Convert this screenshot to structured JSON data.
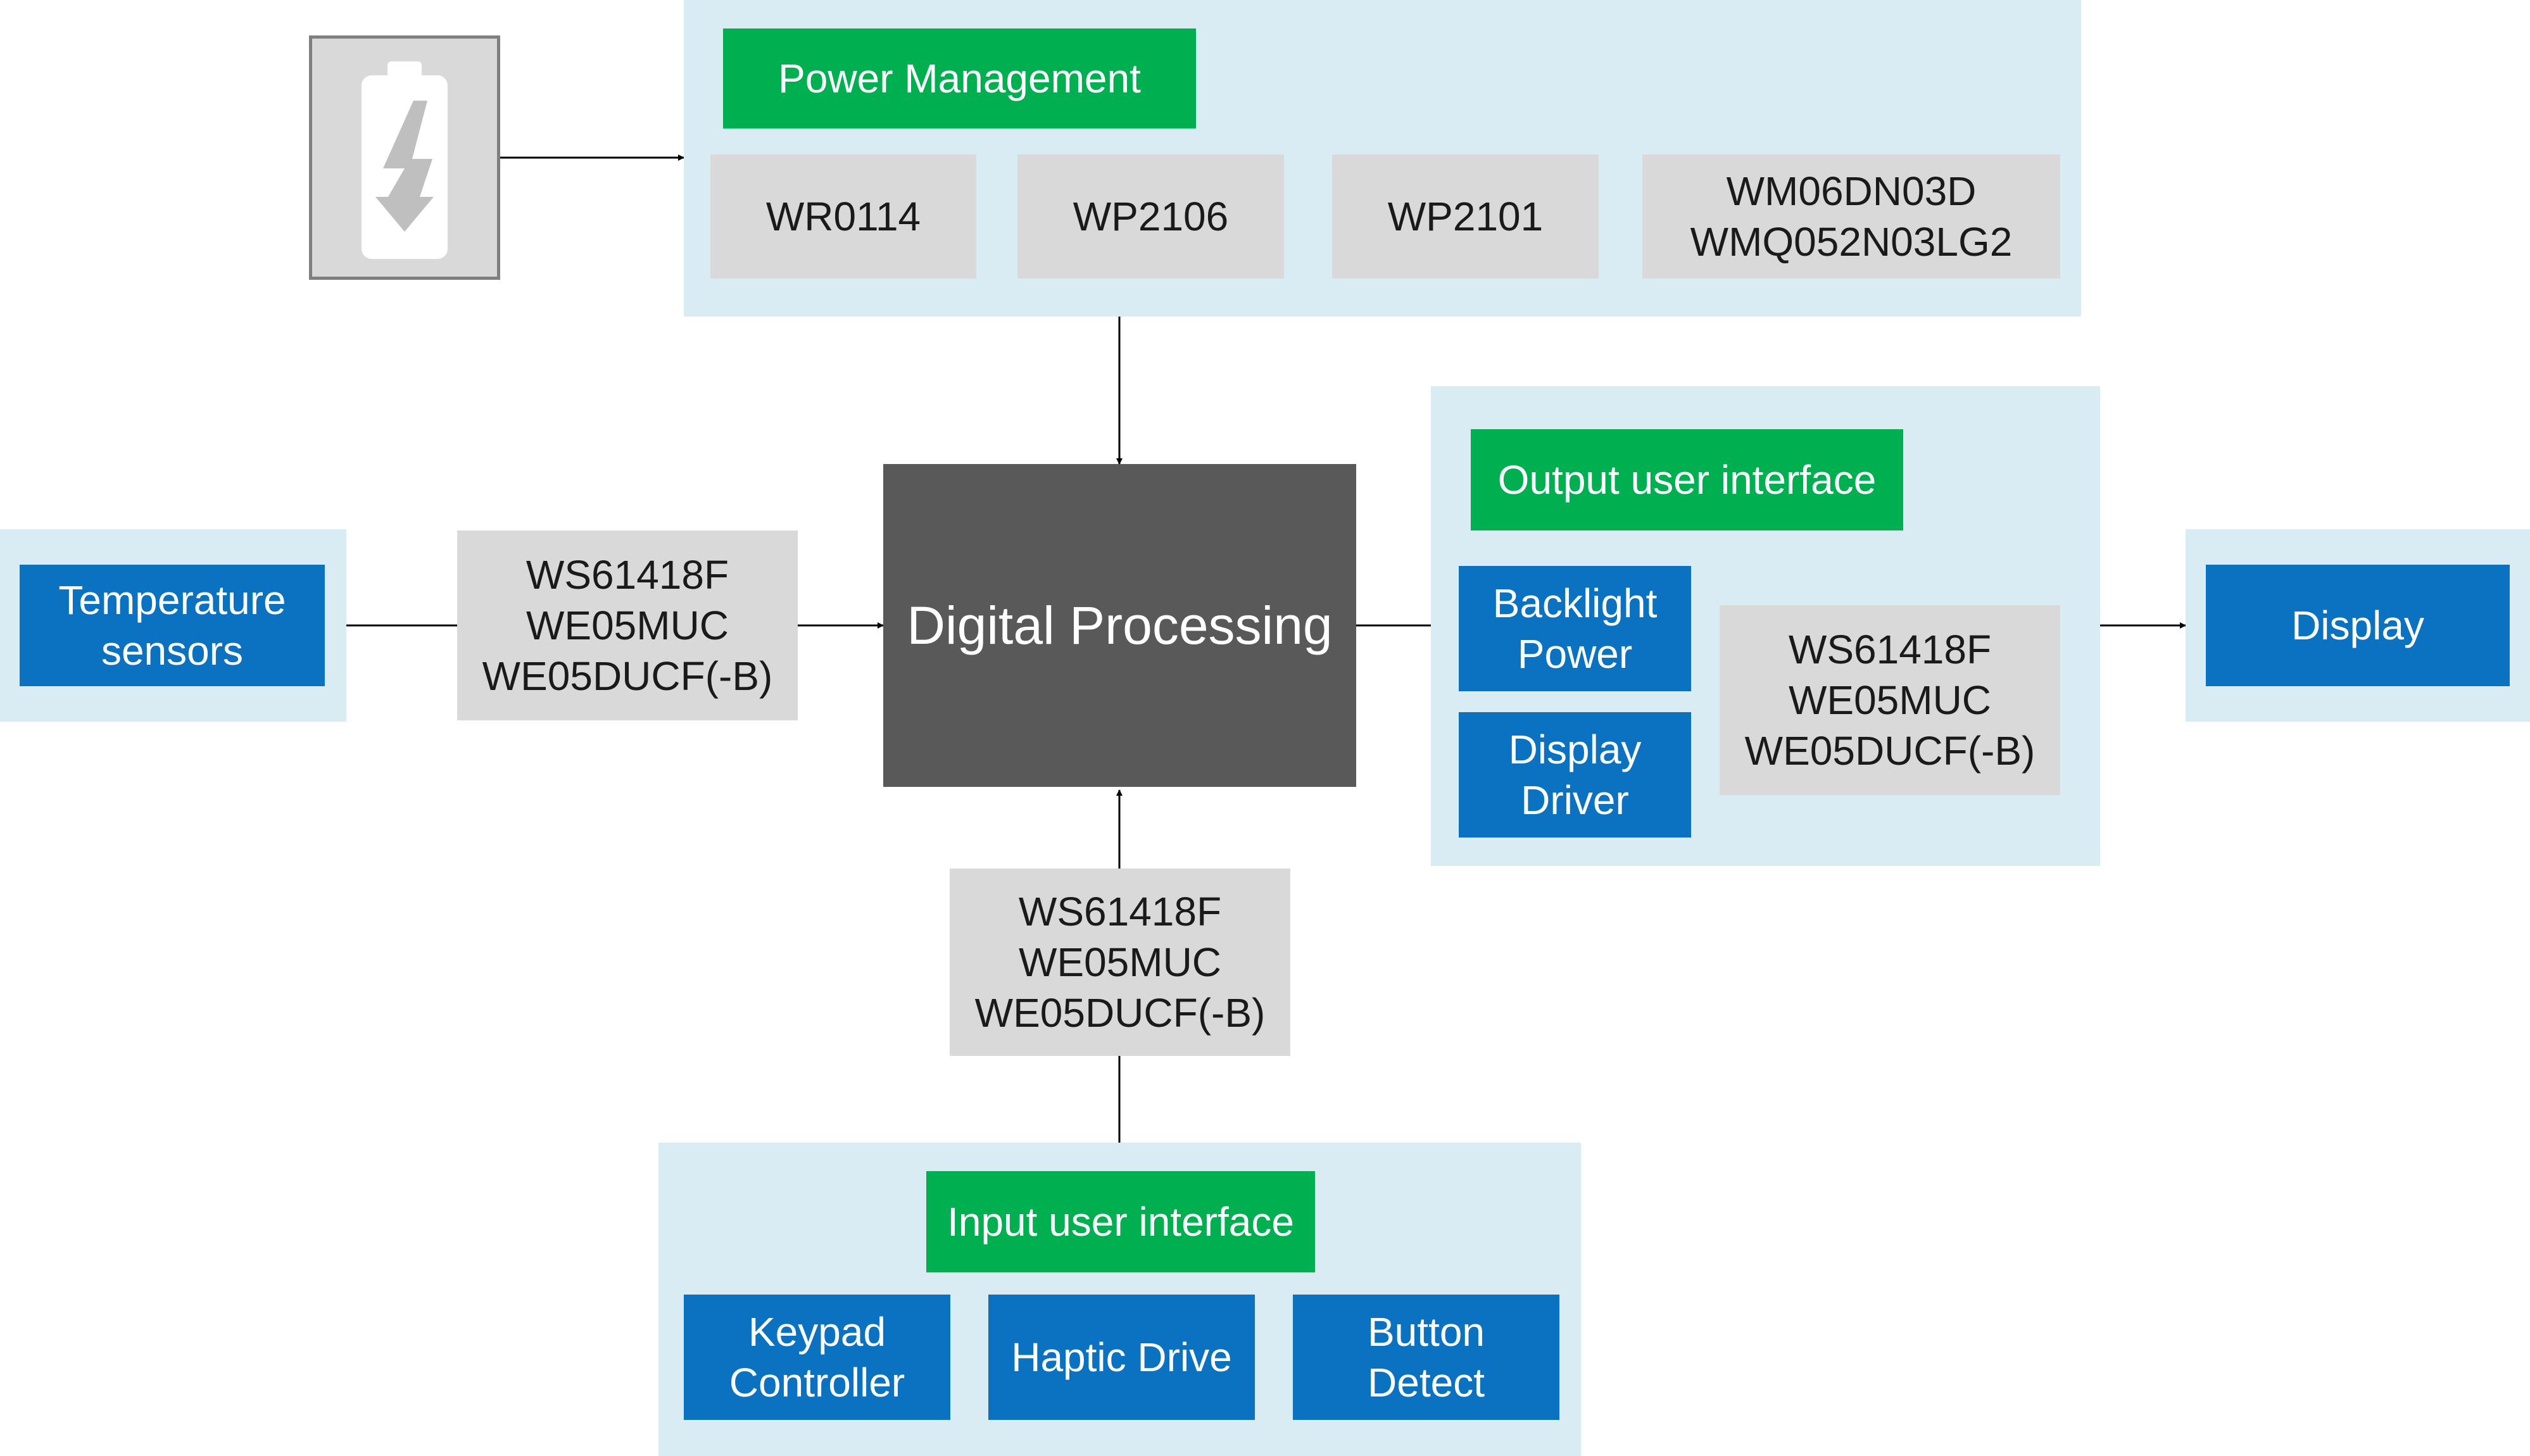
{
  "colors": {
    "panel": "#daecf3",
    "label_green": "#00b050",
    "block_blue": "#0a72c0",
    "part_gray": "#d9d9d9",
    "core_dark": "#595959",
    "battery_gray": "#bfbfbf"
  },
  "battery": {
    "icon": "battery-charging-icon"
  },
  "power_management": {
    "title": "Power Management",
    "parts": [
      {
        "lines": [
          "WR0114"
        ]
      },
      {
        "lines": [
          "WP2106"
        ]
      },
      {
        "lines": [
          "WP2101"
        ]
      },
      {
        "lines": [
          "WM06DN03D",
          "WMQ052N03LG2"
        ]
      }
    ]
  },
  "core": {
    "label": "Digital Processing"
  },
  "temperature": {
    "lines": [
      "Temperature",
      "sensors"
    ]
  },
  "temp_parts": {
    "lines": [
      "WS61418F",
      "WE05MUC",
      "WE05DUCF(-B)"
    ]
  },
  "output_ui": {
    "title": "Output user interface",
    "blocks": [
      {
        "lines": [
          "Backlight",
          "Power"
        ]
      },
      {
        "lines": [
          "Display",
          "Driver"
        ]
      }
    ],
    "parts": {
      "lines": [
        "WS61418F",
        "WE05MUC",
        "WE05DUCF(-B)"
      ]
    }
  },
  "display": {
    "label": "Display"
  },
  "input_parts": {
    "lines": [
      "WS61418F",
      "WE05MUC",
      "WE05DUCF(-B)"
    ]
  },
  "input_ui": {
    "title": "Input user interface",
    "blocks": [
      {
        "lines": [
          "Keypad",
          "Controller"
        ]
      },
      {
        "lines": [
          "Haptic Drive"
        ]
      },
      {
        "lines": [
          "Button",
          "Detect"
        ]
      }
    ]
  }
}
